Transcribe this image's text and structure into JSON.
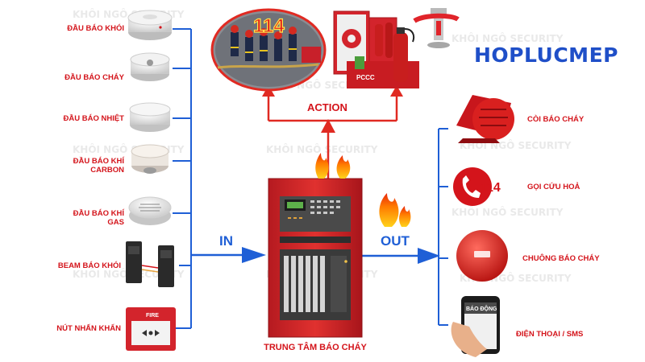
{
  "inputs": [
    {
      "label": "ĐẦU BÁO KHÓI",
      "icon": "smoke-detector-icon"
    },
    {
      "label": "ĐẦU BÁO CHÁY",
      "icon": "fire-detector-icon"
    },
    {
      "label": "ĐẦU BÁO NHIỆT",
      "icon": "heat-detector-icon"
    },
    {
      "label_line1": "ĐẦU BÁO KHÍ",
      "label_line2": "CARBON",
      "icon": "carbon-gas-detector-icon"
    },
    {
      "label_line1": "ĐẦU BÁO KHÍ",
      "label_line2": "GAS",
      "icon": "gas-detector-icon"
    },
    {
      "label": "BEAM BÁO KHÓI",
      "icon": "beam-smoke-detector-icon"
    },
    {
      "label": "NÚT NHẤN KHẨN",
      "icon": "manual-call-point-icon",
      "device_text": "FIRE"
    }
  ],
  "outputs": [
    {
      "label": "CÒI BÁO CHÁY",
      "icon": "siren-icon"
    },
    {
      "label": "GỌI CỨU HOẢ",
      "icon": "phone-114-icon",
      "badge": "114"
    },
    {
      "label": "CHUÔNG BÁO CHÁY",
      "icon": "fire-bell-icon"
    },
    {
      "label": "ĐIỆN THOẠI / SMS",
      "icon": "smartphone-icon",
      "screen_text": "BÁO ĐỘNG"
    }
  ],
  "center": {
    "label": "TRUNG TÂM BÁO CHÁY",
    "icon": "fire-alarm-panel-icon"
  },
  "flow": {
    "in_label": "IN",
    "out_label": "OUT",
    "action_label": "ACTION"
  },
  "action_targets": {
    "firefighters_badge": "114",
    "cabinet_text": "PCCC"
  },
  "brand": {
    "name": "HOPLUCMEP",
    "watermark": "KHÔI NGÔ SECURITY"
  },
  "colors": {
    "red": "#d4141b",
    "blue": "#1f5fd6",
    "panel": "#d3242c",
    "arrow_red": "#e02a22"
  }
}
